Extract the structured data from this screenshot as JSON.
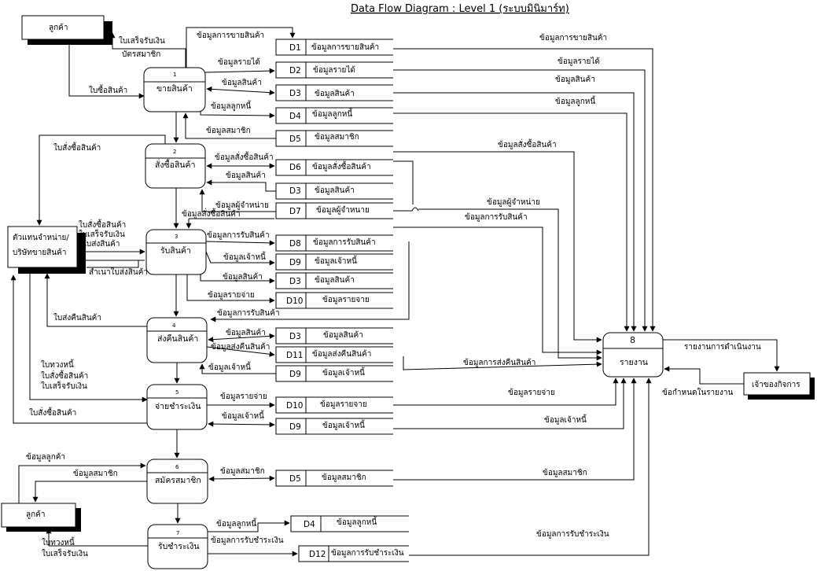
{
  "title": "Data Flow Diagram : Level 1 (ระบบมินิมาร์ท)",
  "entities": {
    "customer": "ลูกค้า",
    "dealer_line1": "ตัวแทนจำหน่าย/",
    "dealer_line2": "บริษัทขายสินค้า",
    "owner": "เจ้าของกิจการ"
  },
  "processes": [
    {
      "num": "1",
      "name": "ขายสินค้า"
    },
    {
      "num": "2",
      "name": "สั่งซื้อสินค้า"
    },
    {
      "num": "3",
      "name": "รับสินค้า"
    },
    {
      "num": "4",
      "name": "ส่งคืนสินค้า"
    },
    {
      "num": "5",
      "name": "จ่ายชำระเงิน"
    },
    {
      "num": "6",
      "name": "สมัครสมาชิก"
    },
    {
      "num": "7",
      "name": "รับชำระเงิน"
    },
    {
      "num": "8",
      "name": "รายงาน"
    }
  ],
  "stores": {
    "D1": "ข้อมูลการขายสินค้า",
    "D2": "ข้อมูลรายได้",
    "D3": "ข้อมูลสินค้า",
    "D4": "ข้อมูลลูกหนี้",
    "D5": "ข้อมูลสมาชิก",
    "D6": "ข้อมูลสั่งซื้อสินค้า",
    "D7": "ข้อมูลผู้จำหนาย",
    "D8": "ข้อมูลการรับสินค้า",
    "D9": "ข้อมูลเจ้าหนี้",
    "D10": "ข้อมูลรายจาย",
    "D11": "ข้อมูลส่งคืนสินค้า",
    "D12": "ข้อมูลการรับชำระเงิน"
  },
  "flows": {
    "f_sale_data": "ข้อมูลการขายสินค้า",
    "f_receipt": "ใบเสร็จรับเงิน",
    "f_member_card": "บัตรสมาชิก",
    "f_order_slip": "ใบซื้อสินค้า",
    "f_income": "ข้อมูลรายได้",
    "f_product": "ข้อมูลสินค้า",
    "f_debtor": "ข้อมูลลูกหนี้",
    "f_member": "ข้อมูลสมาชิก",
    "f_po_slip": "ใบสั่งซื้อสินค้า",
    "f_po_data": "ข้อมูลสั่งซื้อสินค้า",
    "f_supplier_a": "ข้อมูลผู้จำหน่าย",
    "f_supplier_b": "ข้อมูลผู้จ่าหน่าย",
    "f_po_data2": "ข้อมูลสั่งซื้อสินค้า",
    "f_dealer_1": "ใบสั่งซื้อสินค้า",
    "f_dealer_2": "ใบเสร็จรับเงิน",
    "f_dealer_3": "ใบส่งสินค้า",
    "f_delivery_copy": "สำเนาใบส่งสินค้า",
    "f_receive": "ข้อมูลการรับสินค้า",
    "f_creditor": "ข้อมูลเจ้าหนี้",
    "f_expense": "ข้อมูลรายจ่าย",
    "f_return_slip": "ใบส่งคืนสินค้า",
    "f_return_data": "ข้อมูลส่งคืนสินค้า",
    "f_pay_1": "ใบทวงหนี้",
    "f_pay_2": "ใบสั่งซื้อสินค้า",
    "f_pay_3": "ใบเสร็จรับเงิน",
    "f_po_slip2": "ใบสั่งซื้อสินค้า",
    "f_cust_data": "ข้อมูลลูกค้า",
    "f_payment_recv": "ข้อมูลการรับชำระเงิน",
    "f_debt_1": "ใบทวงหนี้",
    "f_debt_2": "ใบเสร็จรับเงิน",
    "f_report_out": "รายงานการดำเนินงาน",
    "f_report_spec": "ข้อกำหนดในรายงาน",
    "r_po": "ข้อมูลสั่งซื้อสินค้า",
    "r_supplier": "ข้อมูลผู้จำหน่าย",
    "r_receive": "ข้อมูลการรับสินค้า",
    "r_return": "ข้อมูลการส่งคืนสินค้า",
    "r_expense": "ข้อมูลรายจ่าย",
    "r_creditor": "ข้อมูลเจ้าหนี้",
    "r_member": "ข้อมูลสมาชิก",
    "r_payment": "ข้อมูลการรับชำระเงิน"
  }
}
